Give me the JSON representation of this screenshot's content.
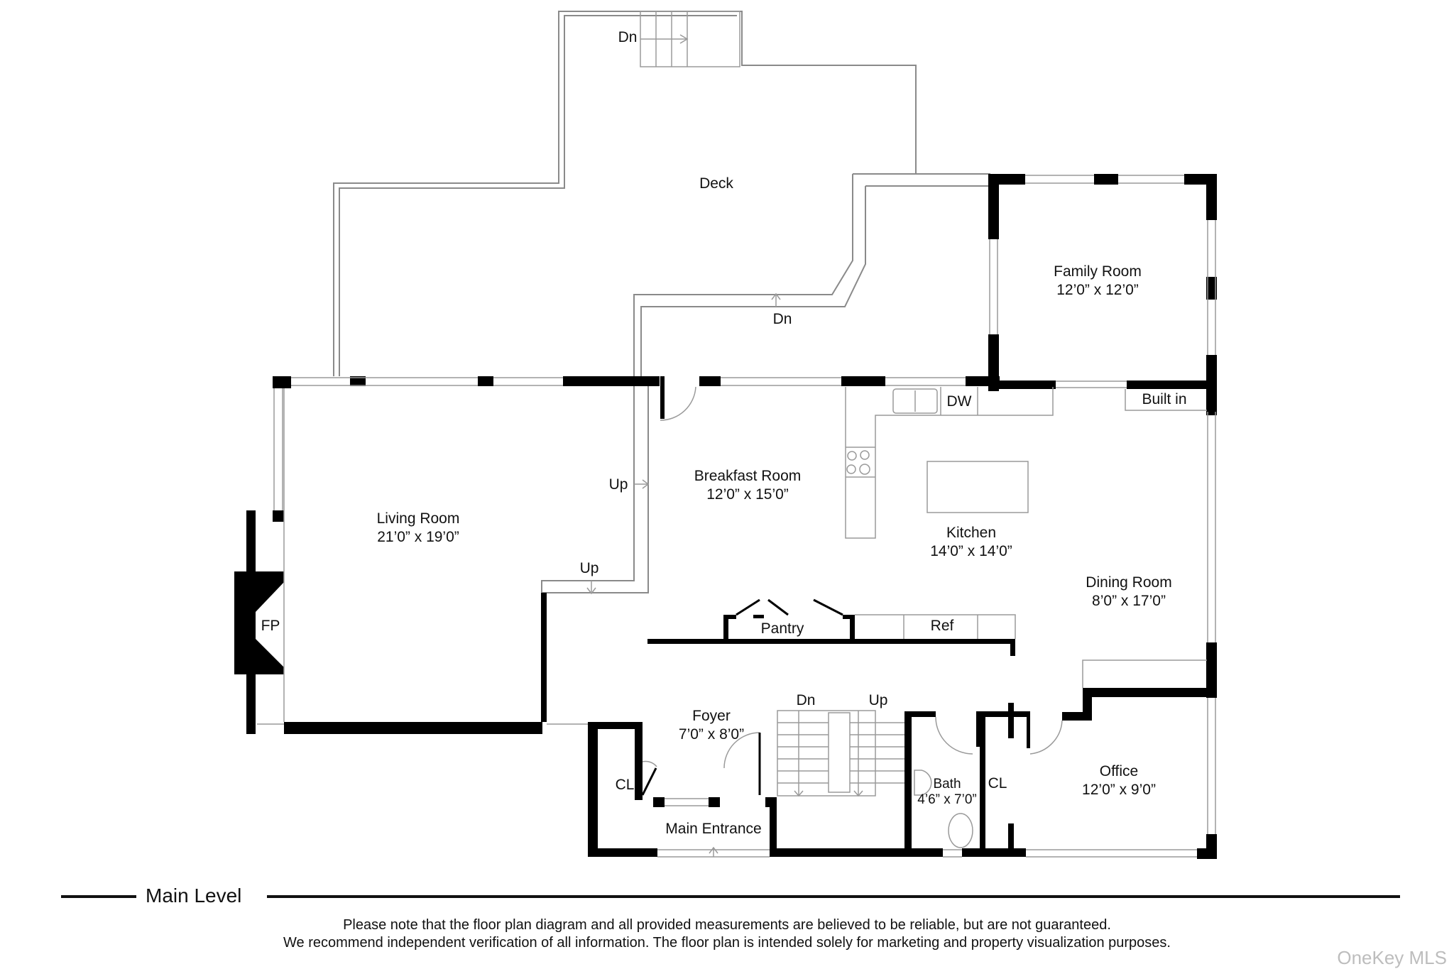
{
  "floor_plan": {
    "level_title": "Main Level",
    "rooms": [
      {
        "name": "Deck",
        "dimensions": ""
      },
      {
        "name": "Family Room",
        "dimensions": "12’0” x 12’0”"
      },
      {
        "name": "Living Room",
        "dimensions": "21’0” x 19’0”"
      },
      {
        "name": "Breakfast Room",
        "dimensions": "12’0” x 15’0”"
      },
      {
        "name": "Kitchen",
        "dimensions": "14’0” x 14’0”"
      },
      {
        "name": "Dining Room",
        "dimensions": "8’0” x 17’0”"
      },
      {
        "name": "Foyer",
        "dimensions": "7’0” x 8’0”"
      },
      {
        "name": "Bath",
        "dimensions": "4’6” x 7’0”"
      },
      {
        "name": "Office",
        "dimensions": "12’0” x 9’0”"
      }
    ],
    "fixtures": {
      "dishwasher": "DW",
      "built_in": "Built in",
      "pantry": "Pantry",
      "refrigerator": "Ref",
      "fireplace": "FP",
      "closet_left": "CL",
      "closet_right": "CL",
      "main_entrance": "Main Entrance"
    },
    "stairs": {
      "deck_top": "Dn",
      "deck_lower": "Dn",
      "breakfast_up_1": "Up",
      "breakfast_up_2": "Up",
      "foyer_down": "Dn",
      "foyer_up": "Up"
    }
  },
  "footer": {
    "disclaimer_line1": "Please note that the floor plan diagram and all provided measurements are believed to be reliable, but are not guaranteed.",
    "disclaimer_line2": "We recommend independent verification of all information. The floor plan is intended solely for marketing and property visualization purposes.",
    "watermark": "OneKey MLS"
  }
}
